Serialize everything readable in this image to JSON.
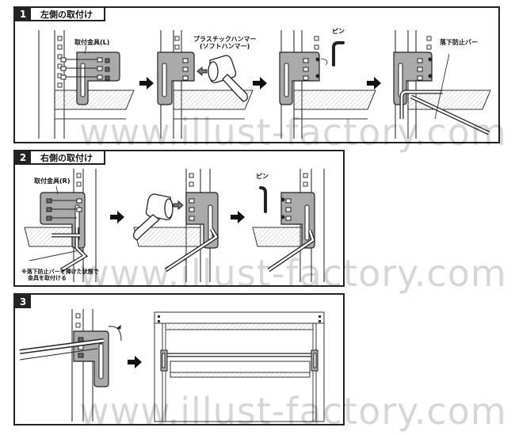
{
  "steps": [
    {
      "number": "1",
      "title": "左側の取付け"
    },
    {
      "number": "2",
      "title": "右側の取付け"
    },
    {
      "number": "3",
      "title": ""
    }
  ],
  "labels": {
    "left_bracket": "取付金具(L)",
    "plastic_hammer_line1": "プラスチックハンマー",
    "plastic_hammer_line2": "(ソフトハンマー)",
    "pin_1": "ピン",
    "fall_bar": "落下防止バー",
    "right_bracket": "取付金具(R)",
    "pin_2": "ピン",
    "note_line1": "※落下防止バーを挿けた状態で",
    "note_line2": "金具を取付ける"
  },
  "watermark": "www.illust-factory.com"
}
